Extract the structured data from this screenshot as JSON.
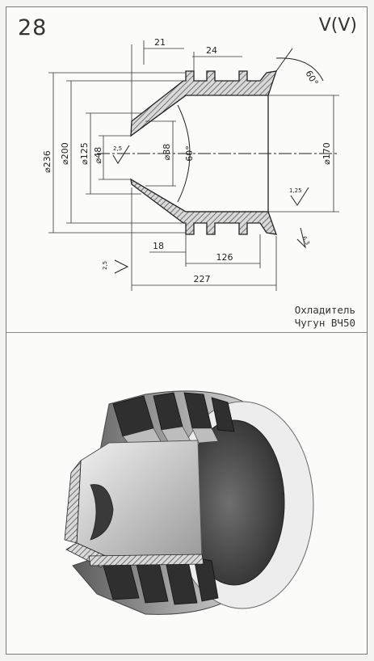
{
  "sheet": {
    "number": "28",
    "roughness": "V(V)",
    "caption_line1": "Охладитель",
    "caption_line2": "Чугун ВЧ50"
  },
  "dimensions": {
    "d236": "⌀236",
    "d200": "⌀200",
    "d125": "⌀125",
    "d48": "⌀48",
    "d88": "⌀88",
    "d170": "⌀170",
    "w21": "21",
    "w24": "24",
    "w18": "18",
    "w126": "126",
    "w227": "227",
    "angle_top": "60°",
    "angle_cone": "60°",
    "r25a": "2,5",
    "r25b": "2,5",
    "r125": "1,25",
    "r6": "6,3"
  }
}
